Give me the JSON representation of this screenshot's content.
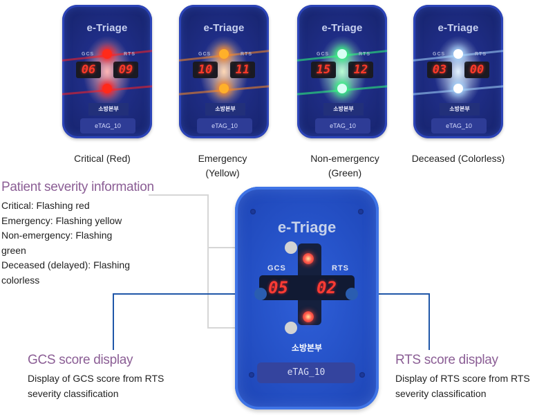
{
  "devices": [
    {
      "state": "Critical",
      "caption": "Critical (Red)",
      "title": "e-Triage",
      "gcs_label": "GCS",
      "rts_label": "RTS",
      "gcs": "06",
      "rts": "09",
      "station": "소방본부",
      "tag": "eTAG_10",
      "led_color": "#ff2a1a",
      "glow": "#ff2020"
    },
    {
      "state": "Emergency",
      "caption": "Emergency\n(Yellow)",
      "title": "e-Triage",
      "gcs_label": "GCS",
      "rts_label": "RTS",
      "gcs": "10",
      "rts": "11",
      "station": "소방본부",
      "tag": "eTAG_10",
      "led_color": "#ffb02a",
      "glow": "#ff8a20"
    },
    {
      "state": "Non-emergency",
      "caption": "Non-emergency\n(Green)",
      "title": "e-Triage",
      "gcs_label": "GCS",
      "rts_label": "RTS",
      "gcs": "15",
      "rts": "12",
      "station": "소방본부",
      "tag": "eTAG_10",
      "led_color": "#d8fff4",
      "glow": "#2dff7a"
    },
    {
      "state": "Deceased",
      "caption": "Deceased (Colorless)",
      "title": "e-Triage",
      "gcs_label": "GCS",
      "rts_label": "RTS",
      "gcs": "03",
      "rts": "00",
      "station": "소방본부",
      "tag": "eTAG_10",
      "led_color": "#ffffff",
      "glow": "#a8d8ff"
    }
  ],
  "main_device": {
    "title": "e-Triage",
    "gcs_label": "GCS",
    "rts_label": "RTS",
    "gcs": "05",
    "rts": "02",
    "station": "소방본부",
    "tag": "eTAG_10"
  },
  "severity": {
    "heading": "Patient severity information",
    "lines": [
      "Critical: Flashing red",
      "Emergency: Flashing yellow",
      "Non-emergency: Flashing",
      "green",
      "Deceased (delayed): Flashing",
      "colorless"
    ]
  },
  "gcs_note": {
    "heading": "GCS score display",
    "lines": [
      "Display of GCS score from RTS",
      "severity classification"
    ]
  },
  "rts_note": {
    "heading": "RTS score display",
    "lines": [
      "Display of RTS score from RTS",
      "severity classification"
    ]
  },
  "colors": {
    "heading": "#8b5e95",
    "connector_gray": "#d6d6d6",
    "connector_blue": "#1f56a8"
  }
}
